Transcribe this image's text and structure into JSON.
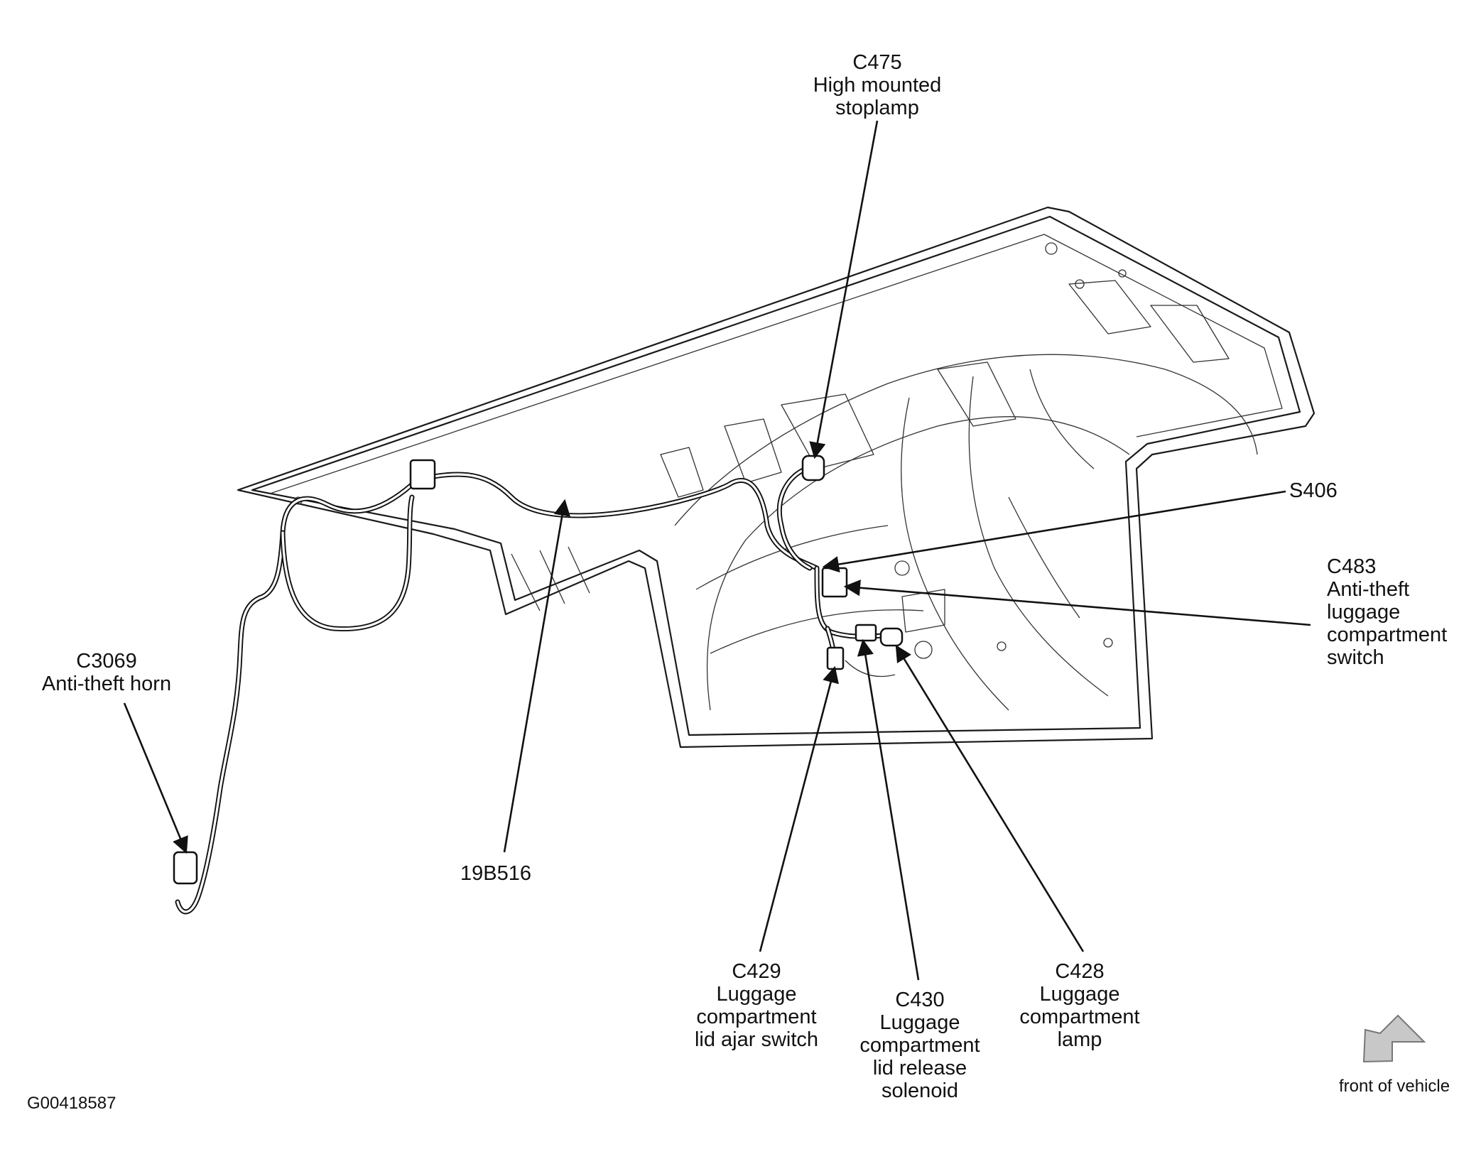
{
  "diagram": {
    "image_code": "G00418587",
    "direction_note": "front of vehicle",
    "callouts": [
      {
        "id": "c475",
        "lines": [
          "C475",
          "High mounted",
          "stoplamp"
        ]
      },
      {
        "id": "s406",
        "lines": [
          "S406"
        ]
      },
      {
        "id": "c483",
        "lines": [
          "C483",
          "Anti-theft",
          "luggage",
          "compartment",
          "switch"
        ]
      },
      {
        "id": "c3069",
        "lines": [
          "C3069",
          "Anti-theft horn"
        ]
      },
      {
        "id": "harness",
        "lines": [
          "19B516"
        ]
      },
      {
        "id": "c429",
        "lines": [
          "C429",
          "Luggage",
          "compartment",
          "lid ajar switch"
        ]
      },
      {
        "id": "c430",
        "lines": [
          "C430",
          "Luggage",
          "compartment",
          "lid release",
          "solenoid"
        ]
      },
      {
        "id": "c428",
        "lines": [
          "C428",
          "Luggage",
          "compartment",
          "lamp"
        ]
      }
    ],
    "colors": {
      "line": "#111111",
      "arrow_fill": "#c8c8c8",
      "background": "#ffffff"
    },
    "icons": {
      "direction_arrow": "arrow-down-left-icon"
    }
  }
}
